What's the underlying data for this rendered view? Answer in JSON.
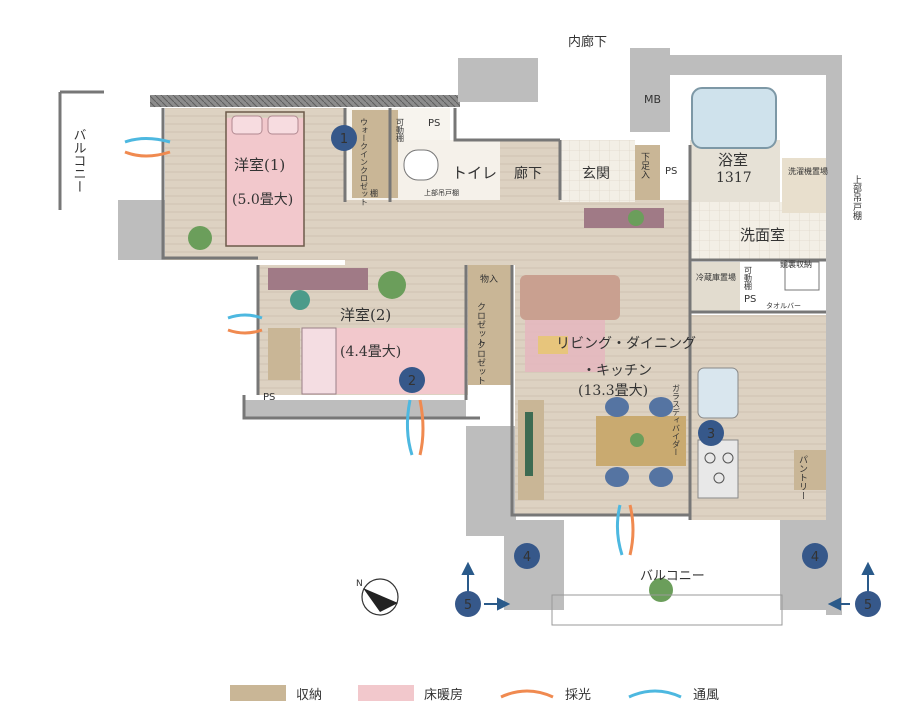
{
  "plan": {
    "corridor": "内廊下",
    "balcony_left": "バルコニー",
    "balcony_bottom": "バルコニー",
    "rooms": {
      "bedroom1_name": "洋室(1)",
      "bedroom1_size": "(5.0畳大)",
      "bedroom2_name": "洋室(2)",
      "bedroom2_size": "(4.4畳大)",
      "toilet": "トイレ",
      "hall": "廊下",
      "entrance": "玄関",
      "bath_name": "浴室",
      "bath_size": "1317",
      "washroom": "洗面室",
      "ldk_line1": "リビング・ダイニング",
      "ldk_line2": "・キッチン",
      "ldk_size": "(13.3畳大)"
    },
    "fixtures": {
      "mb": "MB",
      "ps": "PS",
      "walkin_closet": "ウォークインクロゼット",
      "movable_shelf": "可動棚",
      "shelf": "棚",
      "upper_cabinet": "上部吊戸棚",
      "shoe_closet": "下足入",
      "washer_space": "洗濯機置場",
      "upper_cabinet_right": "上部吊戸棚",
      "mirror_storage": "鏡裏収納",
      "towel_bar": "タオルバー",
      "fridge": "冷蔵庫置場",
      "storage": "物入",
      "closet": "クロゼット",
      "glass_divider": "ガラスディバイダー",
      "pantry": "パントリー"
    },
    "markers": [
      "1",
      "2",
      "3",
      "4",
      "4",
      "5",
      "5"
    ]
  },
  "legend": [
    {
      "label": "収納",
      "color": "#c9b696"
    },
    {
      "label": "床暖房",
      "color": "#f2c8cc"
    },
    {
      "label": "採光",
      "color": "#f08a50"
    },
    {
      "label": "通風",
      "color": "#4db8e0"
    }
  ]
}
